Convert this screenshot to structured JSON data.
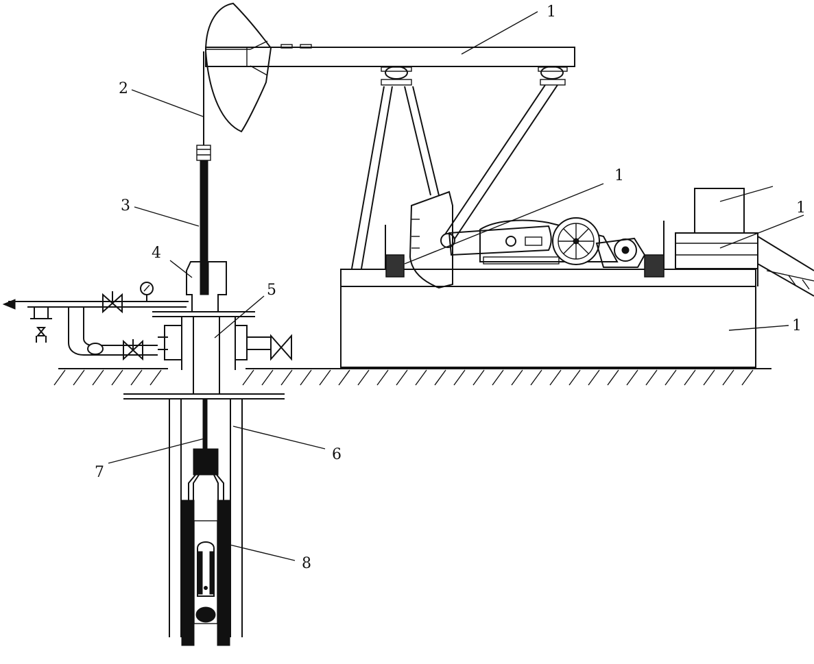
{
  "callouts": [
    {
      "id": "c1a",
      "text": "1"
    },
    {
      "id": "c2",
      "text": "2"
    },
    {
      "id": "c3",
      "text": "3"
    },
    {
      "id": "c4",
      "text": "4"
    },
    {
      "id": "c5",
      "text": "5"
    },
    {
      "id": "c1b",
      "text": "1"
    },
    {
      "id": "c1c",
      "text": "1"
    },
    {
      "id": "c1d",
      "text": "1"
    },
    {
      "id": "c6",
      "text": "6"
    },
    {
      "id": "c7",
      "text": "7"
    },
    {
      "id": "c8",
      "text": "8"
    }
  ],
  "colors": {
    "ink": "#111111",
    "background": "#ffffff"
  },
  "icons": [
    "pressure-gauge-icon",
    "gate-valve-icon",
    "check-valve-icon",
    "flow-arrow-icon"
  ]
}
